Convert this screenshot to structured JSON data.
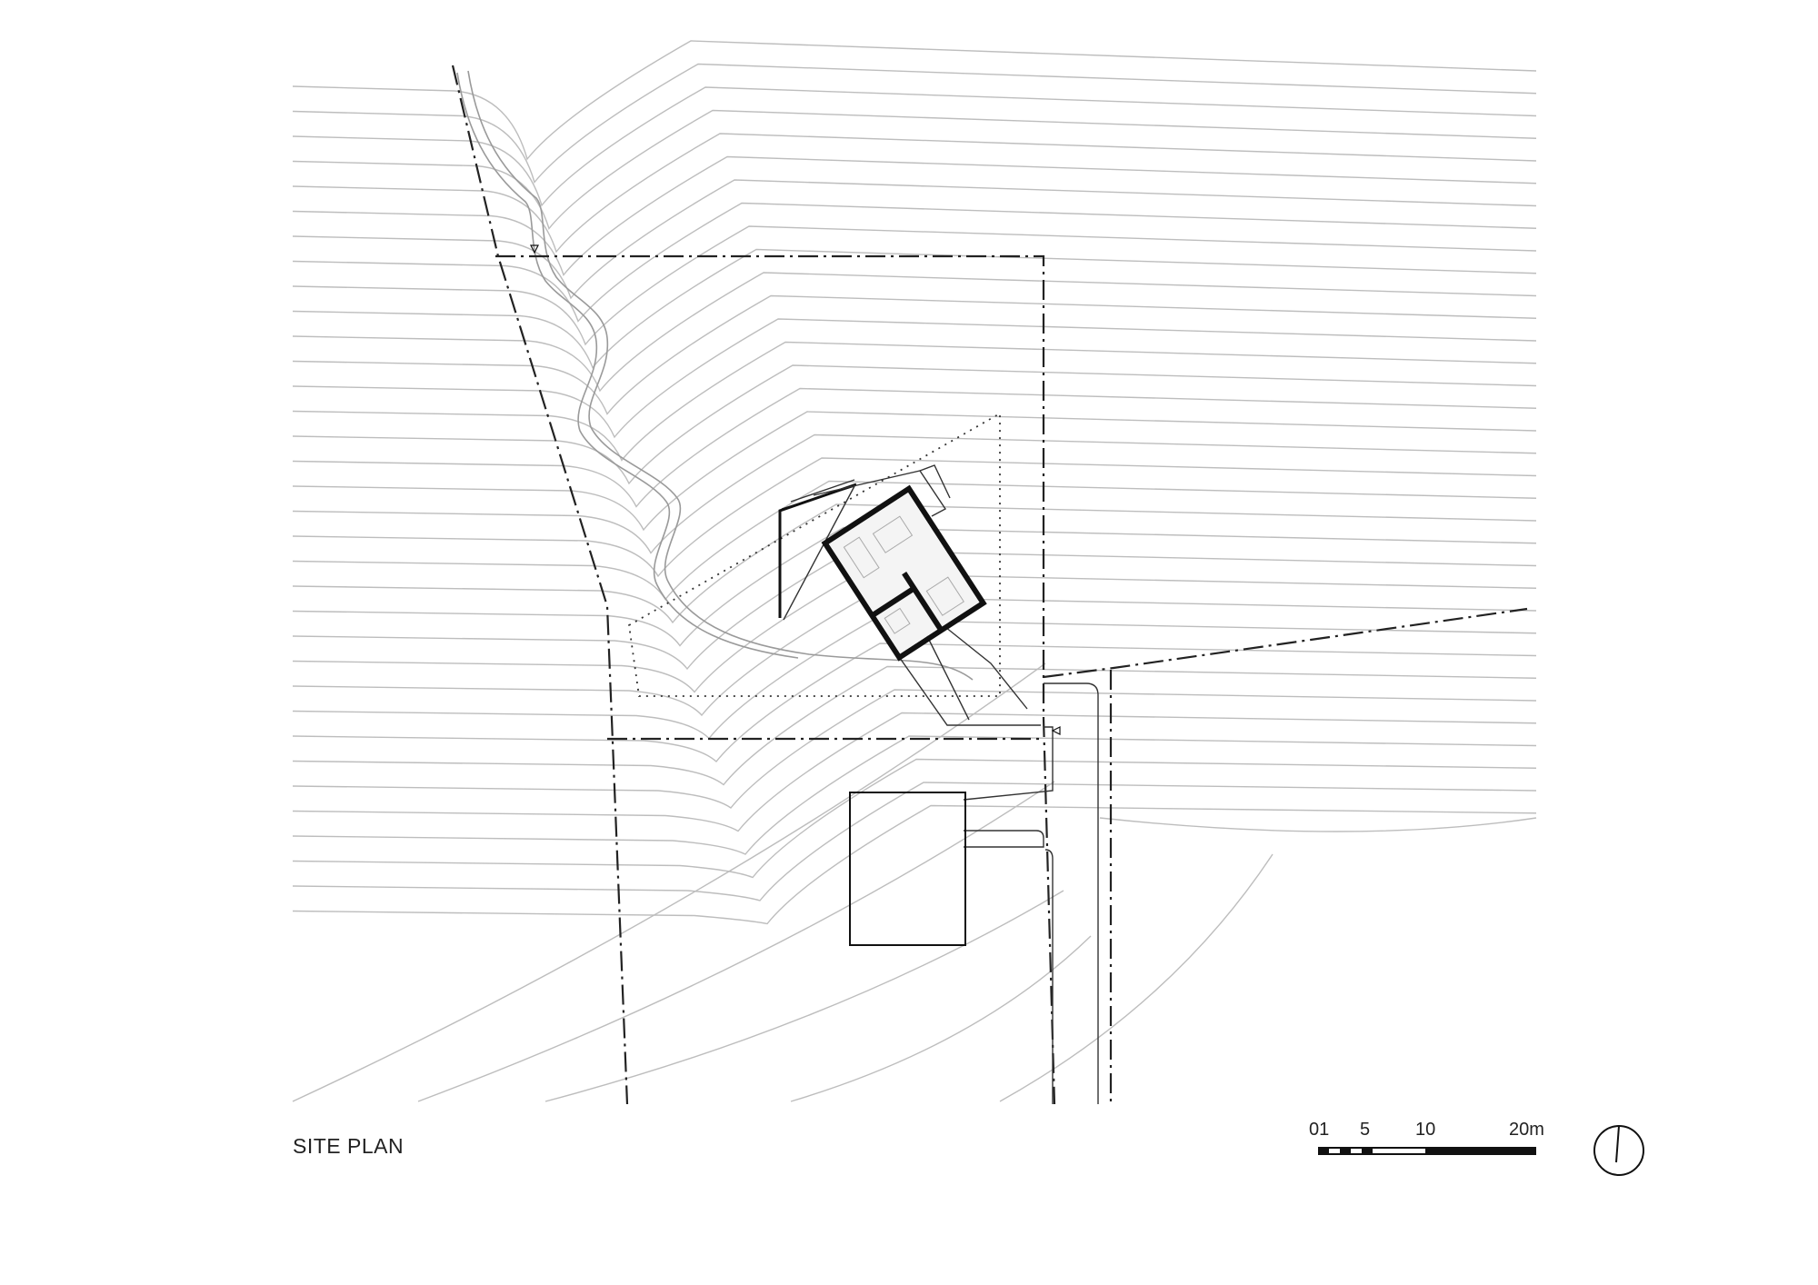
{
  "title": "SITE PLAN",
  "scale_bar": {
    "ticks": [
      "01",
      "5",
      "10",
      "20m"
    ]
  },
  "north_arrow": "north-arrow-icon",
  "colors": {
    "contour": "#bdbdbd",
    "ink": "#111111",
    "background": "#ffffff"
  }
}
